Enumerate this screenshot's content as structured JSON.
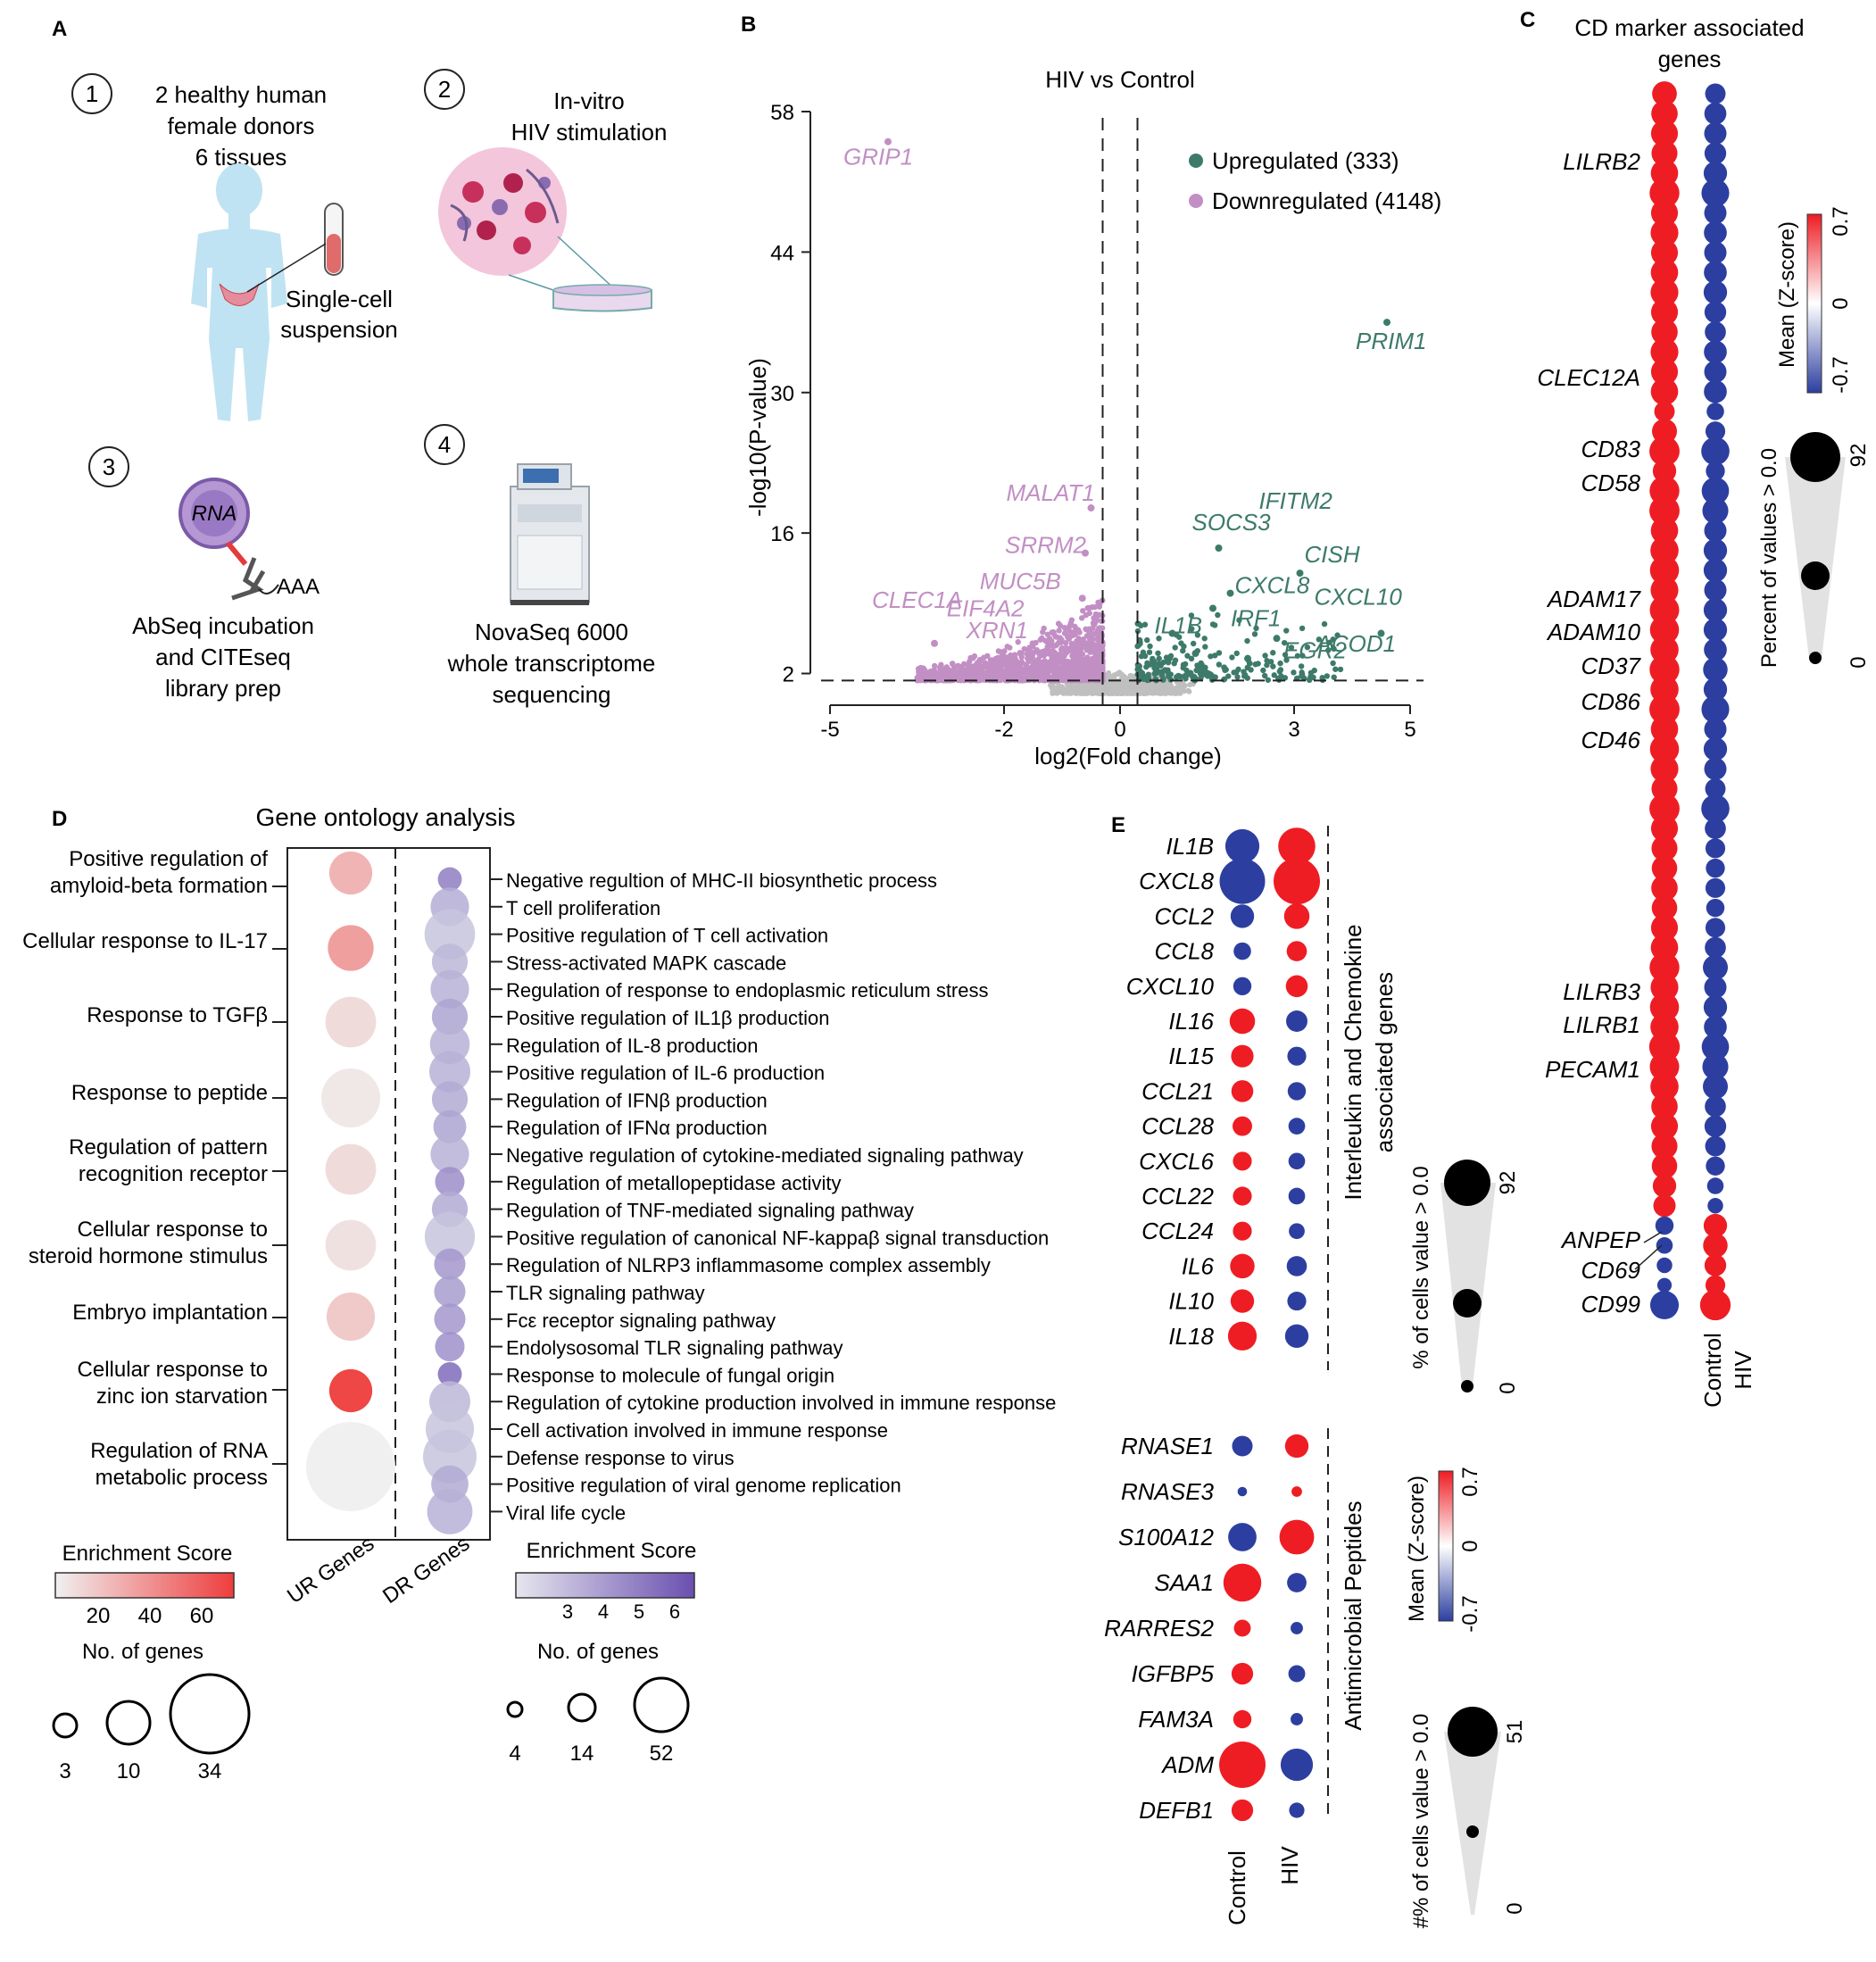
{
  "panelA": {
    "label": "A",
    "step1": {
      "num": "1",
      "line1": "2 healthy human",
      "line2": "female donors",
      "line3": "6 tissues",
      "lab1": "Single-cell",
      "lab2": "suspension"
    },
    "step2": {
      "num": "2",
      "line1": "In-vitro",
      "line2": "HIV stimulation"
    },
    "step3": {
      "num": "3",
      "rna": "RNA",
      "aaa": "AAA",
      "line1": "AbSeq incubation",
      "line2": "and CITEseq",
      "line3": "library prep"
    },
    "step4": {
      "num": "4",
      "line1": "NovaSeq 6000",
      "line2": "whole transcriptome",
      "line3": "sequencing"
    }
  },
  "panelB": {
    "label": "B",
    "title": "HIV vs Control",
    "xlabel": "log2(Fold change)",
    "ylabel": "-log10(P-value)",
    "xticks": [
      "-5",
      "-2",
      "0",
      "3",
      "5"
    ],
    "yticks": [
      "2",
      "16",
      "30",
      "44",
      "58"
    ],
    "legend_up": "Upregulated (333)",
    "legend_down": "Downregulated (4148)",
    "colors": {
      "up": "#3d7a6a",
      "down": "#c28fc4",
      "ns": "#bfbfbf"
    }
  },
  "panelC": {
    "label": "C",
    "title1": "CD marker associated",
    "title2": "genes",
    "xlabels": [
      "Control",
      "HIV"
    ],
    "mean_label": "Mean (Z-score)",
    "mean_ticks": [
      "0.7",
      "0",
      "-0.7"
    ],
    "pct_label": "Percent of values > 0.0",
    "pct_ticks": [
      "92",
      "0"
    ]
  },
  "panelD": {
    "label": "D",
    "title": "Gene ontology analysis",
    "xlabels": [
      "UR Genes",
      "DR Genes"
    ],
    "ur_terms": [
      {
        "l1": "Positive regulation of",
        "l2": "amyloid-beta formation",
        "score": 25,
        "n": 5
      },
      {
        "l1": "Cellular response to IL-17",
        "l2": "",
        "score": 32,
        "n": 6
      },
      {
        "l1": "Response to TGFβ",
        "l2": "",
        "score": 12,
        "n": 8
      },
      {
        "l1": "Response to peptide",
        "l2": "",
        "score": 8,
        "n": 12
      },
      {
        "l1": "Regulation of pattern",
        "l2": "recognition receptor",
        "score": 12,
        "n": 8
      },
      {
        "l1": "Cellular response to",
        "l2": "steroid hormone stimulus",
        "score": 10,
        "n": 8
      },
      {
        "l1": "Embryo implantation",
        "l2": "",
        "score": 18,
        "n": 7
      },
      {
        "l1": "Cellular response to",
        "l2": "zinc ion starvation",
        "score": 62,
        "n": 5
      },
      {
        "l1": "Regulation of RNA",
        "l2": "metabolic process",
        "score": 5,
        "n": 34
      }
    ],
    "dr_terms": [
      {
        "label": "Negative regultion of MHC-II biosynthetic process",
        "score": 5.0,
        "n": 5
      },
      {
        "label": "T cell proliferation",
        "score": 3.5,
        "n": 22
      },
      {
        "label": "Positive regulation of T cell activation",
        "score": 2.8,
        "n": 45
      },
      {
        "label": "Stress-activated MAPK cascade",
        "score": 3.2,
        "n": 18
      },
      {
        "label": "Regulation of response to endoplasmic reticulum stress",
        "score": 3.4,
        "n": 22
      },
      {
        "label": "Positive regulation of IL1β production",
        "score": 3.8,
        "n": 18
      },
      {
        "label": "Regulation of IL-8 production",
        "score": 3.4,
        "n": 24
      },
      {
        "label": "Positive regulation of IL-6 production",
        "score": 3.4,
        "n": 26
      },
      {
        "label": "Regulation of IFNβ production",
        "score": 3.6,
        "n": 18
      },
      {
        "label": "Regulation of IFNα production",
        "score": 3.8,
        "n": 14
      },
      {
        "label": "Negative regulation of cytokine-mediated signaling pathway",
        "score": 3.4,
        "n": 22
      },
      {
        "label": "Regulation of metallopeptidase activity",
        "score": 4.5,
        "n": 10
      },
      {
        "label": "Regulation of TNF-mediated signaling pathway",
        "score": 3.6,
        "n": 18
      },
      {
        "label": "Positive regulation of canonical NF-kappaβ signal transduction",
        "score": 2.8,
        "n": 44
      },
      {
        "label": "Regulation of NLRP3 inflammasome complex assembly",
        "score": 4.2,
        "n": 12
      },
      {
        "label": "TLR signaling pathway",
        "score": 4.0,
        "n": 12
      },
      {
        "label": "Fcε receptor signaling pathway",
        "score": 4.2,
        "n": 12
      },
      {
        "label": "Endolysosomal TLR signaling pathway",
        "score": 4.4,
        "n": 10
      },
      {
        "label": "Response to molecule of fungal origin",
        "score": 5.6,
        "n": 5
      },
      {
        "label": "Regulation of cytokine production involved in immune response",
        "score": 3.2,
        "n": 26
      },
      {
        "label": "Cell activation involved in immune response",
        "score": 2.8,
        "n": 40
      },
      {
        "label": "Defense response to virus",
        "score": 2.8,
        "n": 52
      },
      {
        "label": "Positive regulation of viral genome replication",
        "score": 3.6,
        "n": 20
      },
      {
        "label": "Viral life cycle",
        "score": 3.4,
        "n": 34
      }
    ],
    "ur_scale_title": "Enrichment Score",
    "ur_scale_ticks": [
      "20",
      "40",
      "60"
    ],
    "ur_size_title": "No. of genes",
    "ur_size_ticks": [
      "3",
      "10",
      "34"
    ],
    "dr_scale_title": "Enrichment Score",
    "dr_scale_ticks": [
      "3",
      "4",
      "5",
      "6"
    ],
    "dr_size_title": "No. of genes",
    "dr_size_ticks": [
      "4",
      "14",
      "52"
    ]
  },
  "panelE": {
    "label": "E",
    "xlabels": [
      "Control",
      "HIV"
    ],
    "group1_label1": "Interleukin and Chemokine",
    "group1_label2": "associated genes",
    "group2_label": "Antimicrobial Peptides",
    "group1": [
      {
        "gene": "IL1B",
        "c": {
          "z": -0.7,
          "p": 45
        },
        "h": {
          "z": 0.7,
          "p": 55
        }
      },
      {
        "gene": "CXCL8",
        "c": {
          "z": -0.7,
          "p": 88
        },
        "h": {
          "z": 0.7,
          "p": 92
        }
      },
      {
        "gene": "CCL2",
        "c": {
          "z": -0.7,
          "p": 18
        },
        "h": {
          "z": 0.7,
          "p": 22
        }
      },
      {
        "gene": "CCL8",
        "c": {
          "z": -0.7,
          "p": 8
        },
        "h": {
          "z": 0.7,
          "p": 12
        }
      },
      {
        "gene": "CXCL10",
        "c": {
          "z": -0.7,
          "p": 9
        },
        "h": {
          "z": 0.7,
          "p": 15
        }
      },
      {
        "gene": "IL16",
        "c": {
          "z": 0.7,
          "p": 22
        },
        "h": {
          "z": -0.7,
          "p": 14
        }
      },
      {
        "gene": "IL15",
        "c": {
          "z": 0.7,
          "p": 16
        },
        "h": {
          "z": -0.7,
          "p": 10
        }
      },
      {
        "gene": "CCL21",
        "c": {
          "z": 0.7,
          "p": 15
        },
        "h": {
          "z": -0.7,
          "p": 9
        }
      },
      {
        "gene": "CCL28",
        "c": {
          "z": 0.7,
          "p": 11
        },
        "h": {
          "z": -0.7,
          "p": 7
        }
      },
      {
        "gene": "CXCL6",
        "c": {
          "z": 0.7,
          "p": 10
        },
        "h": {
          "z": -0.7,
          "p": 7
        }
      },
      {
        "gene": "CCL22",
        "c": {
          "z": 0.7,
          "p": 10
        },
        "h": {
          "z": -0.7,
          "p": 7
        }
      },
      {
        "gene": "CCL24",
        "c": {
          "z": 0.7,
          "p": 10
        },
        "h": {
          "z": -0.7,
          "p": 6
        }
      },
      {
        "gene": "IL6",
        "c": {
          "z": 0.7,
          "p": 20
        },
        "h": {
          "z": -0.7,
          "p": 12
        }
      },
      {
        "gene": "IL10",
        "c": {
          "z": 0.7,
          "p": 18
        },
        "h": {
          "z": -0.7,
          "p": 10
        }
      },
      {
        "gene": "IL18",
        "c": {
          "z": 0.7,
          "p": 30
        },
        "h": {
          "z": -0.7,
          "p": 18
        }
      }
    ],
    "group2": [
      {
        "gene": "RNASE1",
        "c": {
          "z": -0.7,
          "p": 7
        },
        "h": {
          "z": 0.7,
          "p": 10
        }
      },
      {
        "gene": "RNASE3",
        "c": {
          "z": -0.7,
          "p": 0.5
        },
        "h": {
          "z": 0.7,
          "p": 0.8
        }
      },
      {
        "gene": "S100A12",
        "c": {
          "z": -0.7,
          "p": 16
        },
        "h": {
          "z": 0.7,
          "p": 26
        }
      },
      {
        "gene": "SAA1",
        "c": {
          "z": 0.7,
          "p": 32
        },
        "h": {
          "z": -0.7,
          "p": 6
        }
      },
      {
        "gene": "RARRES2",
        "c": {
          "z": 0.7,
          "p": 4
        },
        "h": {
          "z": -0.7,
          "p": 1.5
        }
      },
      {
        "gene": "IGFBP5",
        "c": {
          "z": 0.7,
          "p": 8
        },
        "h": {
          "z": -0.7,
          "p": 4
        }
      },
      {
        "gene": "FAM3A",
        "c": {
          "z": 0.7,
          "p": 5
        },
        "h": {
          "z": -0.7,
          "p": 1.5
        }
      },
      {
        "gene": "ADM",
        "c": {
          "z": 0.7,
          "p": 51
        },
        "h": {
          "z": -0.7,
          "p": 22
        }
      },
      {
        "gene": "DEFB1",
        "c": {
          "z": 0.7,
          "p": 8
        },
        "h": {
          "z": -0.7,
          "p": 3
        }
      }
    ],
    "pct1_label": "% of cells value > 0.0",
    "pct1_ticks": [
      "92",
      "0"
    ],
    "mean_label": "Mean (Z-score)",
    "mean_ticks": [
      "0.7",
      "0",
      "-0.7"
    ],
    "pct2_label": "#% of cells value > 0.0",
    "pct2_ticks": [
      "51",
      "0"
    ]
  },
  "chart_data": [
    {
      "type": "scatter",
      "panel": "B",
      "title": "HIV vs Control",
      "xlabel": "log2(Fold change)",
      "ylabel": "-log10(P-value)",
      "xlim": [
        -5,
        5
      ],
      "ylim": [
        0,
        58
      ],
      "xticks": [
        -5,
        -2,
        0,
        3,
        5
      ],
      "yticks": [
        2,
        16,
        30,
        44,
        58
      ],
      "thresholds": {
        "x": [
          -0.3,
          0.3
        ],
        "y": 1.3
      },
      "legend_position": "top-right",
      "series": [
        {
          "name": "Upregulated (333)",
          "color": "#3d7a6a",
          "count": 333
        },
        {
          "name": "Downregulated (4148)",
          "color": "#c28fc4",
          "count": 4148
        }
      ],
      "labeled_points": [
        {
          "gene": "GRIP1",
          "x": -4.0,
          "y": 55.0,
          "group": "down"
        },
        {
          "gene": "MALAT1",
          "x": -0.5,
          "y": 18.5,
          "group": "down"
        },
        {
          "gene": "SRRM2",
          "x": -0.6,
          "y": 14.0,
          "group": "down"
        },
        {
          "gene": "MUC5B",
          "x": -0.65,
          "y": 9.5,
          "group": "down"
        },
        {
          "gene": "EIF4A2",
          "x": -0.45,
          "y": 7.0,
          "group": "down"
        },
        {
          "gene": "XRN1",
          "x": -0.5,
          "y": 5.5,
          "group": "down"
        },
        {
          "gene": "CLEC1A",
          "x": -3.2,
          "y": 5.0,
          "group": "down"
        },
        {
          "gene": "PRIM1",
          "x": 4.6,
          "y": 37.0,
          "group": "up"
        },
        {
          "gene": "IFITM2",
          "x": 2.7,
          "y": 5.5,
          "group": "up"
        },
        {
          "gene": "SOCS3",
          "x": 1.7,
          "y": 14.5,
          "group": "up"
        },
        {
          "gene": "CISH",
          "x": 3.1,
          "y": 12.0,
          "group": "up"
        },
        {
          "gene": "CXCL8",
          "x": 1.9,
          "y": 10.0,
          "group": "up"
        },
        {
          "gene": "CXCL10",
          "x": 4.5,
          "y": 6.0,
          "group": "up"
        },
        {
          "gene": "IL1B",
          "x": 0.9,
          "y": 6.0,
          "group": "up"
        },
        {
          "gene": "IRF1",
          "x": 1.6,
          "y": 8.5,
          "group": "up"
        },
        {
          "gene": "EGR2",
          "x": 2.2,
          "y": 3.5,
          "group": "up"
        },
        {
          "gene": "ACOD1",
          "x": 1.3,
          "y": 4.0,
          "group": "up"
        }
      ]
    },
    {
      "type": "dotplot",
      "panel": "C",
      "title": "CD marker associated genes",
      "categories": [
        "Control",
        "HIV"
      ],
      "labeled_genes": [
        "LILRB2",
        "CLEC12A",
        "CD83",
        "CD58",
        "ADAM17",
        "ADAM10",
        "CD37",
        "CD86",
        "CD46",
        "LILRB3",
        "LILRB1",
        "PECAM1",
        "ANPEP",
        "CD69",
        "CD99"
      ],
      "color_range": [
        -0.7,
        0.7
      ],
      "size_range": [
        0,
        92
      ],
      "rows": [
        [
          0.7,
          35,
          -0.7,
          20
        ],
        [
          0.7,
          42,
          -0.7,
          25
        ],
        [
          0.7,
          44,
          -0.7,
          26
        ],
        [
          0.7,
          40,
          -0.7,
          24
        ],
        [
          0.7,
          46,
          -0.7,
          30
        ],
        [
          0.7,
          58,
          -0.7,
          48
        ],
        [
          0.7,
          44,
          -0.7,
          26
        ],
        [
          0.7,
          48,
          -0.7,
          28
        ],
        [
          0.7,
          44,
          -0.7,
          26
        ],
        [
          0.7,
          46,
          -0.7,
          28
        ],
        [
          0.7,
          48,
          -0.7,
          30
        ],
        [
          0.7,
          44,
          -0.7,
          24
        ],
        [
          0.7,
          42,
          -0.7,
          22
        ],
        [
          0.7,
          48,
          -0.7,
          28
        ],
        [
          0.7,
          44,
          -0.7,
          26
        ],
        [
          0.7,
          46,
          -0.7,
          28
        ],
        [
          0.7,
          20,
          -0.7,
          12
        ],
        [
          0.7,
          36,
          -0.7,
          18
        ],
        [
          0.7,
          60,
          -0.7,
          50
        ],
        [
          0.7,
          30,
          -0.7,
          16
        ],
        [
          0.7,
          58,
          -0.7,
          46
        ],
        [
          0.7,
          60,
          -0.7,
          40
        ],
        [
          0.7,
          46,
          -0.7,
          26
        ],
        [
          0.7,
          50,
          -0.7,
          30
        ],
        [
          0.7,
          54,
          -0.7,
          30
        ],
        [
          0.7,
          48,
          -0.7,
          26
        ],
        [
          0.7,
          56,
          -0.7,
          30
        ],
        [
          0.7,
          54,
          -0.7,
          30
        ],
        [
          0.7,
          50,
          -0.7,
          28
        ],
        [
          0.7,
          58,
          -0.7,
          34
        ],
        [
          0.7,
          50,
          -0.7,
          30
        ],
        [
          0.7,
          60,
          -0.7,
          48
        ],
        [
          0.7,
          46,
          -0.7,
          26
        ],
        [
          0.7,
          54,
          -0.7,
          30
        ],
        [
          0.7,
          48,
          -0.7,
          26
        ],
        [
          0.7,
          40,
          -0.7,
          20
        ],
        [
          0.7,
          60,
          -0.7,
          50
        ],
        [
          0.7,
          44,
          -0.7,
          22
        ],
        [
          0.7,
          40,
          -0.7,
          18
        ],
        [
          0.7,
          38,
          -0.7,
          16
        ],
        [
          0.7,
          42,
          -0.7,
          18
        ],
        [
          0.7,
          38,
          -0.7,
          14
        ],
        [
          0.7,
          44,
          -0.7,
          18
        ],
        [
          0.7,
          46,
          -0.7,
          22
        ],
        [
          0.7,
          58,
          -0.7,
          36
        ],
        [
          0.7,
          48,
          -0.7,
          26
        ],
        [
          0.7,
          54,
          -0.7,
          30
        ],
        [
          0.7,
          50,
          -0.7,
          28
        ],
        [
          0.7,
          62,
          -0.7,
          46
        ],
        [
          0.7,
          56,
          -0.7,
          40
        ],
        [
          0.7,
          50,
          -0.7,
          36
        ],
        [
          0.7,
          42,
          -0.7,
          22
        ],
        [
          0.7,
          44,
          -0.7,
          24
        ],
        [
          0.7,
          40,
          -0.7,
          20
        ],
        [
          0.7,
          38,
          -0.7,
          16
        ],
        [
          0.7,
          30,
          -0.7,
          10
        ],
        [
          0.7,
          26,
          -0.7,
          8
        ],
        [
          -0.7,
          14,
          0.7,
          30
        ],
        [
          -0.7,
          10,
          0.7,
          34
        ],
        [
          -0.7,
          8,
          0.7,
          24
        ],
        [
          -0.7,
          6,
          0.7,
          18
        ],
        [
          -0.7,
          52,
          0.7,
          62
        ]
      ]
    }
  ]
}
